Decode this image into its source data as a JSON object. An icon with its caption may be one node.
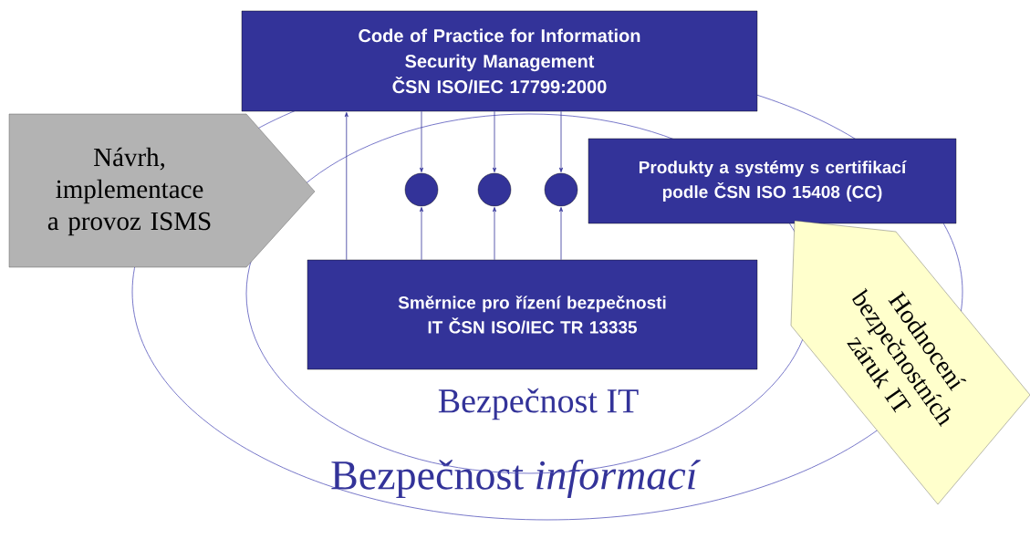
{
  "diagram": {
    "nodes": [
      {
        "text": [
          "Bezpečnost *informací*"
        ]
      },
      {
        "text": [
          "Bezpečnost IT"
        ],
        "in": 0
      },
      {
        "text": [
          "Code of Practice for Information Security Management ČSN ISO/IEC 17799:2000"
        ]
      },
      {
        "text": [],
        "shape": "circle",
        "in": 1
      },
      {
        "text": [],
        "shape": "circle",
        "in": 1
      },
      {
        "text": [],
        "shape": "circle",
        "in": 1
      },
      {
        "text": [
          "Produkty a systémy s certifikací podle ČSN ISO 15408 (CC)"
        ],
        "in": 0
      },
      {
        "text": [
          "Směrnice pro řízení bezpečnosti IT ČSN ISO/IEC TR 13335"
        ],
        "in": 1
      },
      {
        "text": [
          "Návrh, implementace a provoz ISMS"
        ]
      },
      {
        "text": [
          "Hodnocení bezpečnostních záruk IT"
        ]
      }
    ],
    "edges": [
      {
        "from": 7,
        "to": 2,
        "arrow": "to"
      },
      {
        "from": 2,
        "to": 3,
        "arrow": "to"
      },
      {
        "from": 2,
        "to": 4,
        "arrow": "to"
      },
      {
        "from": 2,
        "to": 5,
        "arrow": "to"
      },
      {
        "from": 7,
        "to": 3,
        "arrow": "to"
      },
      {
        "from": 7,
        "to": 4,
        "arrow": "to"
      },
      {
        "from": 7,
        "to": 5,
        "arrow": "to"
      }
    ]
  }
}
